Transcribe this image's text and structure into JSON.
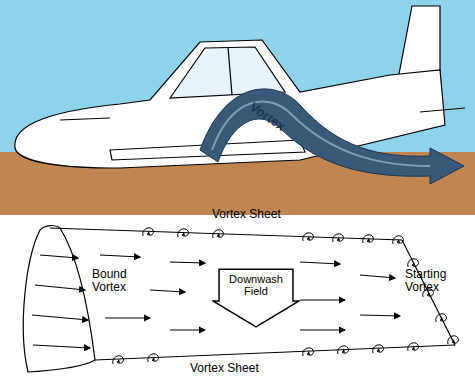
{
  "diagram": {
    "nodes": [
      {
        "text": [
          "Downwash Field"
        ]
      }
    ],
    "labels": [
      "Vortex",
      "Vortex Sheet",
      "Bound Vortex",
      "Starting Vortex",
      "Vortex Sheet"
    ]
  }
}
